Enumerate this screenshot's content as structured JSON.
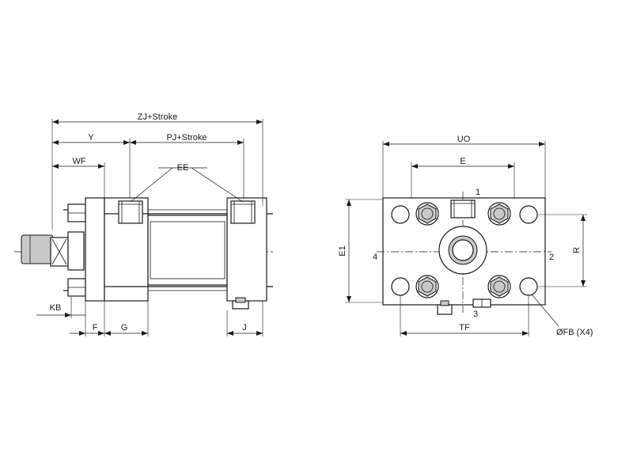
{
  "side_view": {
    "dimensions": {
      "zj": "ZJ+Stroke",
      "y": "Y",
      "pj": "PJ+Stroke",
      "wf": "WF",
      "ee": "EE",
      "kb": "KB",
      "f": "F",
      "g": "G",
      "j": "J"
    }
  },
  "end_view": {
    "dimensions": {
      "uo": "UO",
      "e": "E",
      "e1": "E1",
      "r": "R",
      "tf": "TF",
      "fb": "ØFB (X4)"
    },
    "port_labels": {
      "p1": "1",
      "p2": "2",
      "p3": "3",
      "p4": "4"
    }
  }
}
